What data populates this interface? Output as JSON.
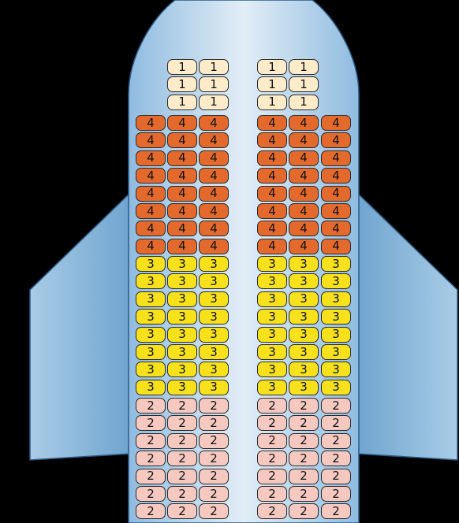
{
  "colors": {
    "background": "#000000",
    "fuselage": "#b7d5e9",
    "fuselage_light": "#e2eef6",
    "wing": "#7fb0d4",
    "outline": "#2a5a85",
    "seat_border": "#2b2b2b"
  },
  "classes": {
    "1": {
      "label": "1",
      "color": "#fdebc9"
    },
    "4": {
      "label": "4",
      "color": "#e36a2c"
    },
    "3": {
      "label": "3",
      "color": "#f6e11c"
    },
    "2": {
      "label": "2",
      "color": "#f6c9c0"
    }
  },
  "blocks": [
    {
      "class": "1",
      "rows": 3,
      "left_cols": 2,
      "right_cols": 2
    },
    {
      "class": "4",
      "rows": 8,
      "left_cols": 3,
      "right_cols": 3
    },
    {
      "class": "3",
      "rows": 8,
      "left_cols": 3,
      "right_cols": 3
    },
    {
      "class": "2",
      "rows": 7,
      "left_cols": 3,
      "right_cols": 3
    }
  ]
}
